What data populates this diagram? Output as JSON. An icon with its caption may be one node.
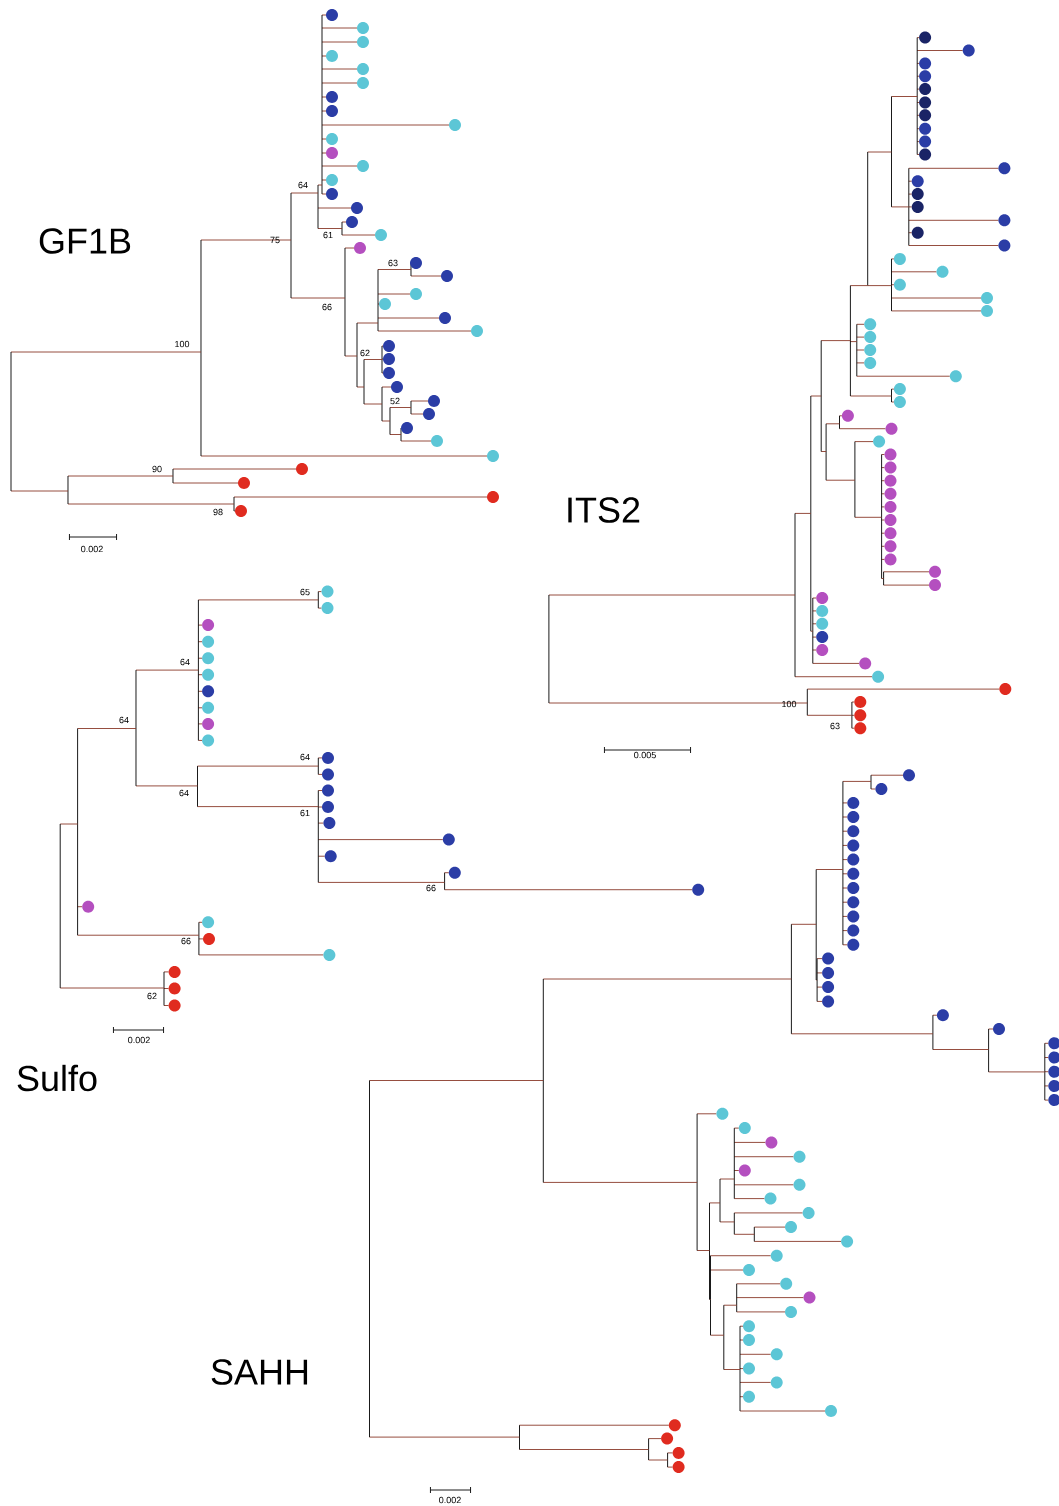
{
  "diagram": {
    "labels": [
      "GF1B",
      "64",
      "75",
      "61",
      "63",
      "66",
      "62",
      "52",
      "100",
      "90",
      "98",
      "0.002",
      "ITS2",
      "100",
      "63",
      "0.005",
      "65",
      "64",
      "64",
      "64",
      "64",
      "61",
      "66",
      "66",
      "62",
      "0.002",
      "Sulfo",
      "SAHH",
      "0.002"
    ]
  }
}
